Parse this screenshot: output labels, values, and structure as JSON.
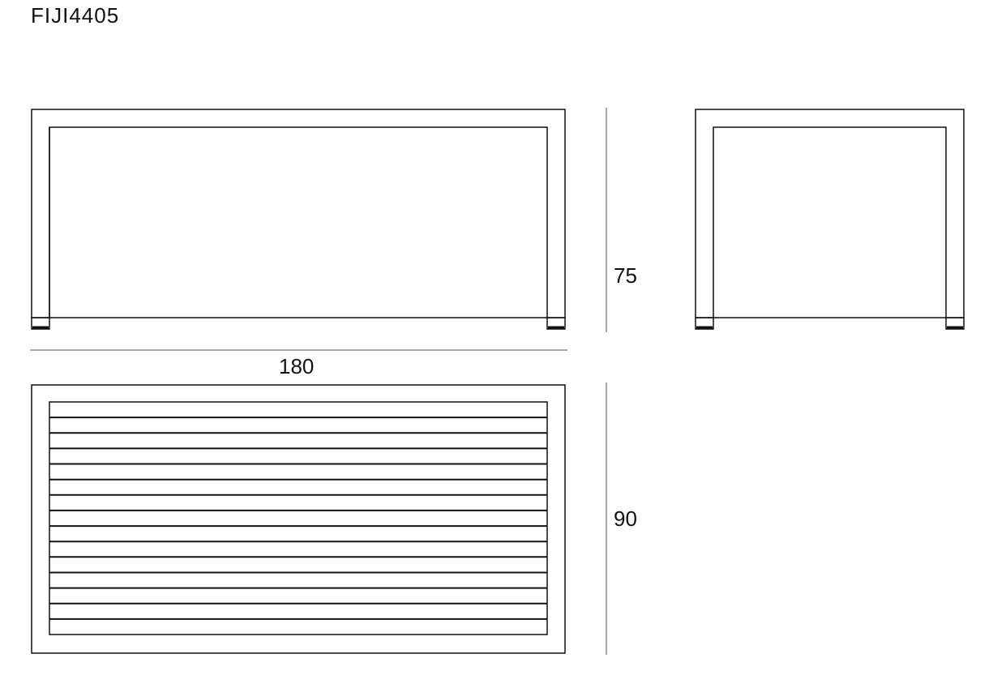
{
  "title": "FIJI4405",
  "dimensions": {
    "width": "180",
    "height": "75",
    "depth": "90"
  },
  "top_view": {
    "slat_count": 15
  },
  "colors": {
    "line": "#111111",
    "dim_line": "#555555"
  }
}
